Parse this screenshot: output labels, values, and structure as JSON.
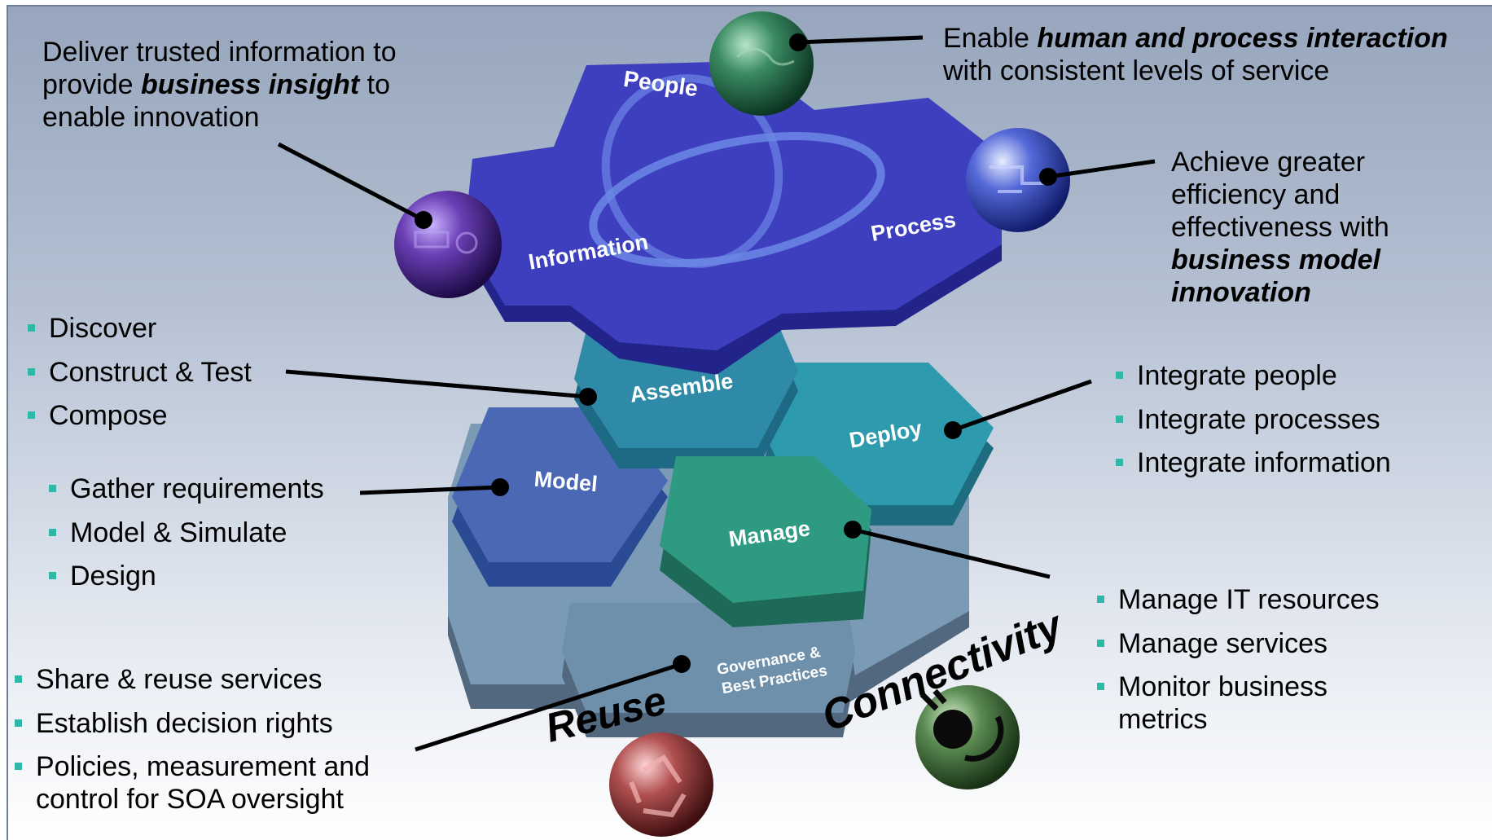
{
  "callouts": {
    "information": {
      "pre": "Deliver trusted information to provide ",
      "em": "business insight",
      "post": " to enable innovation"
    },
    "people": {
      "pre": "Enable ",
      "em": "human and process interaction",
      "post": " with consistent levels of service"
    },
    "process": {
      "pre": "Achieve greater efficiency and effectiveness with ",
      "em": "business model innovation",
      "post": ""
    }
  },
  "hex_labels": {
    "people": "People",
    "information": "Information",
    "process": "Process",
    "assemble": "Assemble",
    "deploy": "Deploy",
    "model": "Model",
    "manage": "Manage",
    "governance_line1": "Governance &",
    "governance_line2": "Best Practices"
  },
  "lists": {
    "assemble": [
      "Discover",
      "Construct & Test",
      "Compose"
    ],
    "model": [
      "Gather requirements",
      "Model & Simulate",
      "Design"
    ],
    "deploy": [
      "Integrate people",
      "Integrate processes",
      "Integrate information"
    ],
    "manage": [
      "Manage IT resources",
      "Manage services",
      "Monitor business metrics"
    ],
    "governance": [
      "Share & reuse services",
      "Establish decision rights",
      "Policies, measurement and control for SOA oversight"
    ]
  },
  "badges": {
    "reuse": "Reuse",
    "connectivity": "Connectivity"
  },
  "colors": {
    "hex_top": "#3e3fbf",
    "hex_assemble": "#2e8aa6",
    "hex_deploy": "#2e9aae",
    "hex_model": "#4a68b4",
    "hex_manage": "#2e9a82",
    "hex_base": "#6f90aa",
    "bullet": "#2eb8a8"
  },
  "icons": {
    "information": "purple-globe-icon",
    "people": "green-globe-icon",
    "process": "blue-globe-icon",
    "reuse": "recycle-globe-icon",
    "connectivity": "plug-globe-icon"
  }
}
